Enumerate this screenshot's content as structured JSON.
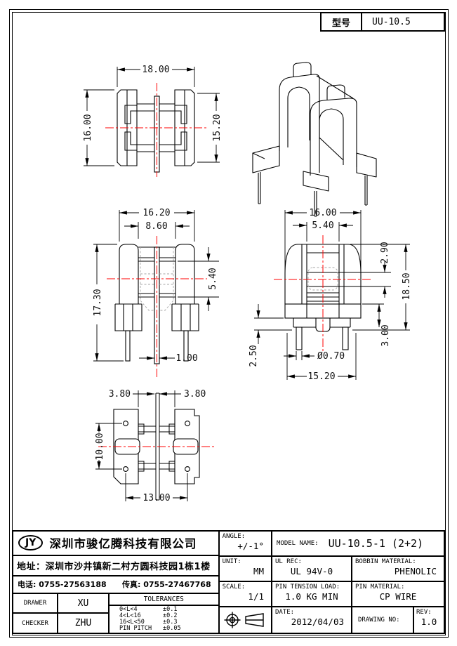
{
  "model_box": {
    "label": "型号",
    "value": "UU-10.5"
  },
  "drawing": {
    "top_view": {
      "dim_width": "18.00",
      "dim_height_left": "16.00",
      "dim_height_right": "15.20"
    },
    "front_view": {
      "dim_width": "16.20",
      "dim_inner_width": "8.60",
      "dim_height": "17.30",
      "dim_window": "5.40",
      "dim_flange": "1.00"
    },
    "side_view": {
      "dim_width": "16.00",
      "dim_slot": "5.40",
      "dim_core": "2.90",
      "dim_height": "18.50",
      "dim_base": "3.00",
      "dim_standoff": "2.50",
      "dim_pin_dia": "Ø0.70",
      "dim_pin_pitch": "15.20"
    },
    "bottom_view": {
      "dim_left": "3.80",
      "dim_right": "3.80",
      "dim_row_pitch": "10.00",
      "dim_col_pitch": "13.00"
    }
  },
  "title_block": {
    "logo": "JY",
    "company": "深圳市骏亿腾科技有限公司",
    "address": "地址：深圳市沙井镇新二村方圆科技园1栋1楼",
    "phone": "电话: 0755-27563188",
    "fax": "传真: 0755-27467768",
    "drawer_label": "DRAWER",
    "drawer": "XU",
    "checker_label": "CHECKER",
    "checker": "ZHU",
    "tolerances_title": "TOLERANCES",
    "tolerances": [
      {
        "range": "0<L<4",
        "value": "±0.1"
      },
      {
        "range": "4<L<16",
        "value": "±0.2"
      },
      {
        "range": "16<L<50",
        "value": "±0.3"
      },
      {
        "range": "PIN PITCH",
        "value": "±0.05"
      }
    ],
    "angle_label": "ANGLE:",
    "angle": "+/-1°",
    "unit_label": "UNIT:",
    "unit": "MM",
    "scale_label": "SCALE:",
    "scale": "1/1",
    "model_name_label": "MODEL NAME:",
    "model_name": "UU-10.5-1 (2+2)",
    "ul_rec_label": "UL REC:",
    "ul_rec": "UL 94V-0",
    "bobbin_material_label": "BOBBIN MATERIAL:",
    "bobbin_material": "PHENOLIC",
    "pin_tension_label": "PIN TENSION LOAD:",
    "pin_tension": "1.0 KG MIN",
    "pin_material_label": "PIN MATERIAL:",
    "pin_material": "CP WIRE",
    "date_label": "DATE:",
    "date": "2012/04/03",
    "drawing_no_label": "DRAWING NO:",
    "rev_label": "REV:",
    "rev": "1.0"
  },
  "colors": {
    "line": "#000000",
    "centerline": "#ff0000",
    "hidden": "#a6a6a6"
  }
}
